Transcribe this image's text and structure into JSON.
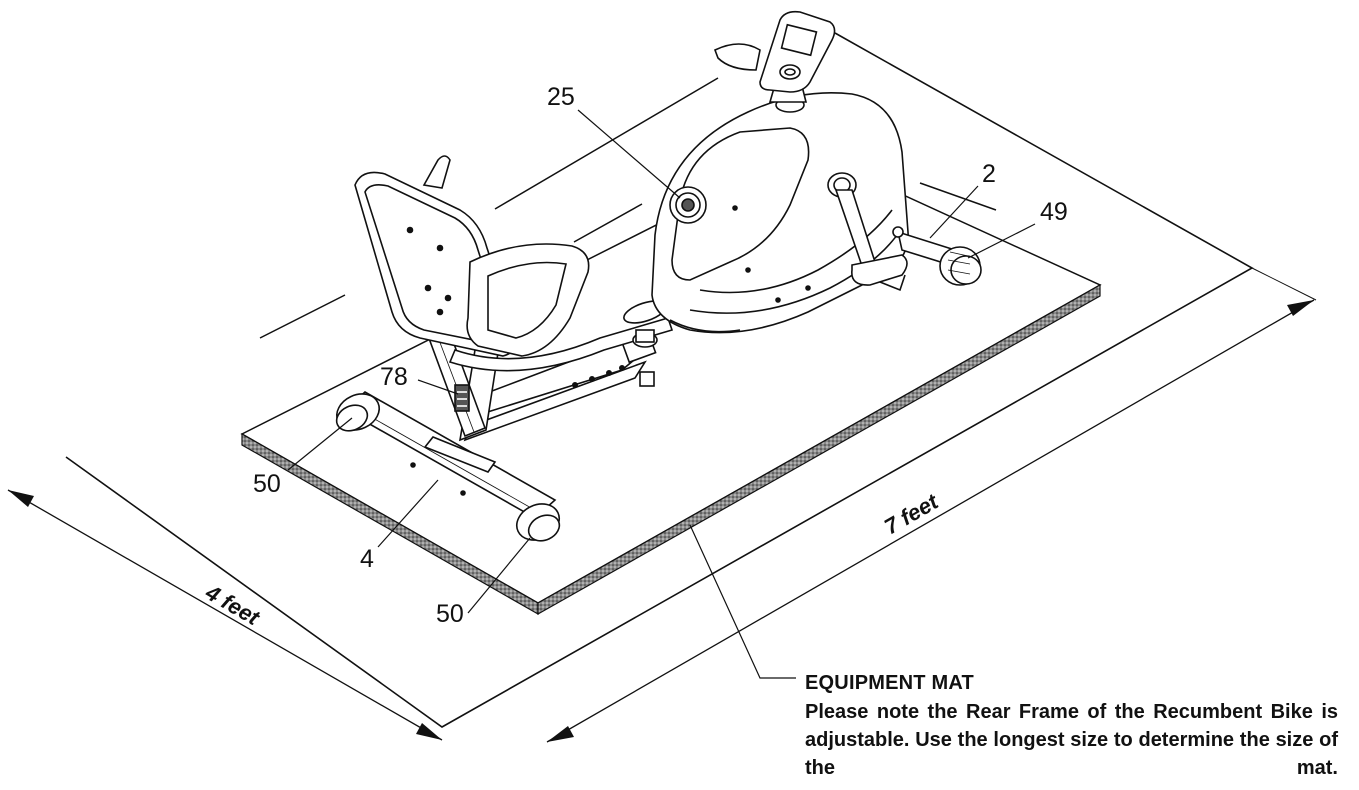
{
  "dimensions": {
    "width_label": "4 feet",
    "length_label": "7 feet"
  },
  "callouts": [
    {
      "id": "seat-knob",
      "number": "25"
    },
    {
      "id": "front-frame",
      "number": "2"
    },
    {
      "id": "front-end-cap",
      "number": "49"
    },
    {
      "id": "seat-post",
      "number": "78"
    },
    {
      "id": "rear-end-cap-left",
      "number": "50"
    },
    {
      "id": "rear-stabilizer",
      "number": "4"
    },
    {
      "id": "rear-end-cap-right",
      "number": "50"
    }
  ],
  "mat": {
    "title": "EQUIPMENT MAT",
    "note": "Please note the Rear Frame of the Recumbent Bike is adjustable. Use the longest size to determine the size of the mat."
  },
  "colors": {
    "line": "#111111",
    "mat_edge": "#6b6b6b",
    "background": "#ffffff"
  }
}
